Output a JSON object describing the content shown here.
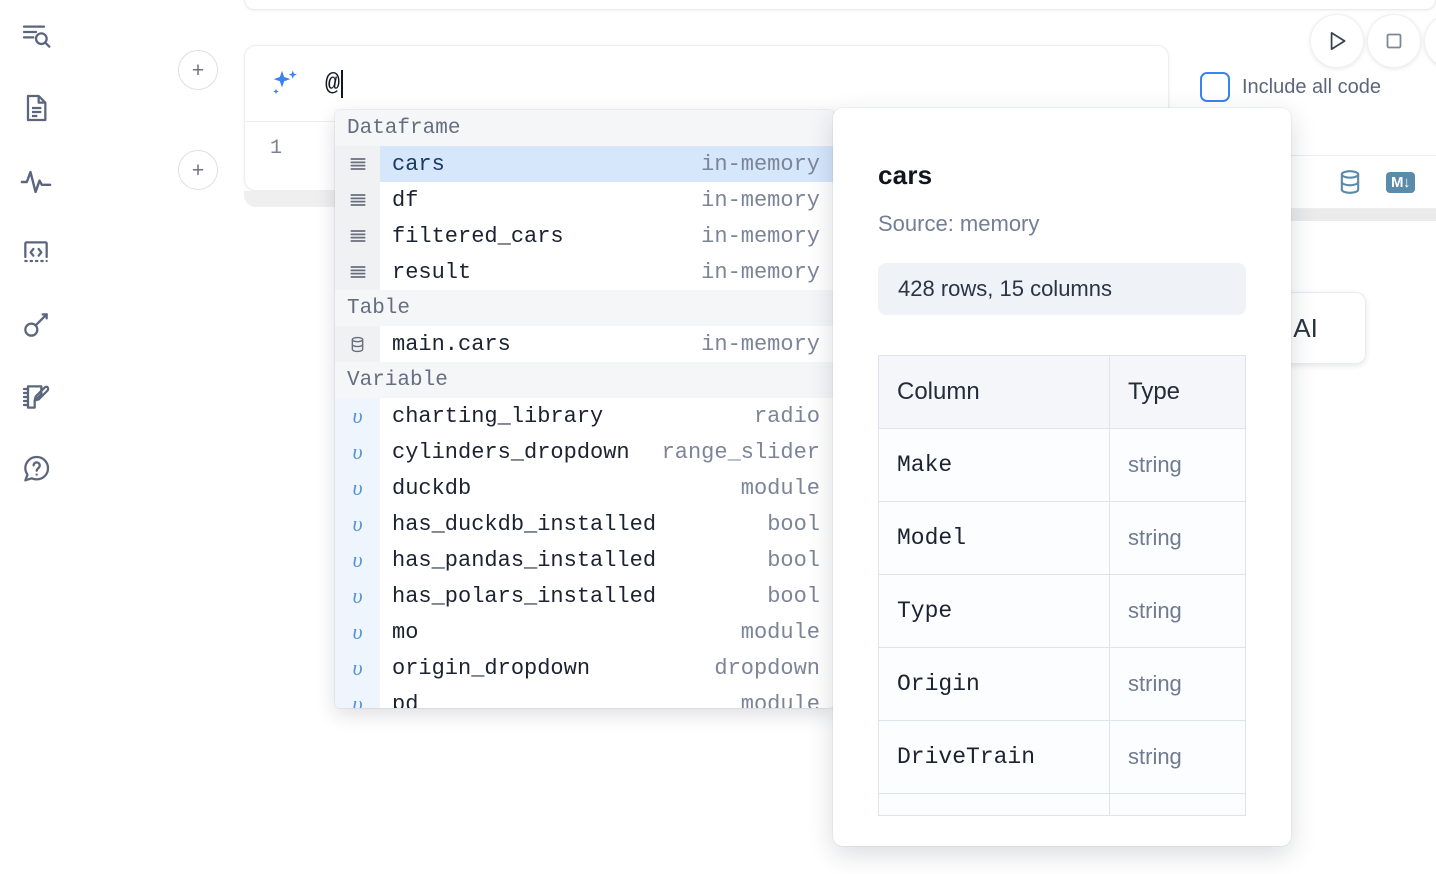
{
  "app": {
    "rail": [
      {
        "name": "explore-icon",
        "label": "Explore"
      },
      {
        "name": "document-icon",
        "label": "Notebook"
      },
      {
        "name": "activity-icon",
        "label": "Activity"
      },
      {
        "name": "code-snippet-icon",
        "label": "Snippets"
      },
      {
        "name": "key-icon",
        "label": "Secrets"
      },
      {
        "name": "scratchpad-icon",
        "label": "Scratchpad"
      },
      {
        "name": "help-icon",
        "label": "Help"
      }
    ]
  },
  "editor": {
    "add_button_label": "+",
    "prompt_value": "@",
    "line_number": "1",
    "ai_icon": "sparkles-icon"
  },
  "toolbar": {
    "run_icon": "play-icon",
    "stop_icon": "stop-icon",
    "include_all_code_label": "Include all code",
    "include_all_code_checked": false,
    "database_icon": "database-icon",
    "markdown_icon": "markdown-download-icon",
    "ai_pill_label": "h AI"
  },
  "autocomplete": {
    "groups": [
      {
        "label": "Dataframe",
        "icon": "dataframe-icon",
        "kind": "df",
        "items": [
          {
            "name": "cars",
            "meta": "in-memory",
            "selected": true
          },
          {
            "name": "df",
            "meta": "in-memory",
            "selected": false
          },
          {
            "name": "filtered_cars",
            "meta": "in-memory",
            "selected": false
          },
          {
            "name": "result",
            "meta": "in-memory",
            "selected": false
          }
        ]
      },
      {
        "label": "Table",
        "icon": "table-icon",
        "kind": "table",
        "items": [
          {
            "name": "main.cars",
            "meta": "in-memory",
            "selected": false
          }
        ]
      },
      {
        "label": "Variable",
        "icon": "variable-icon",
        "kind": "var",
        "items": [
          {
            "name": "charting_library",
            "meta": "radio",
            "selected": false
          },
          {
            "name": "cylinders_dropdown",
            "meta": "range_slider",
            "selected": false
          },
          {
            "name": "duckdb",
            "meta": "module",
            "selected": false
          },
          {
            "name": "has_duckdb_installed",
            "meta": "bool",
            "selected": false
          },
          {
            "name": "has_pandas_installed",
            "meta": "bool",
            "selected": false
          },
          {
            "name": "has_polars_installed",
            "meta": "bool",
            "selected": false
          },
          {
            "name": "mo",
            "meta": "module",
            "selected": false
          },
          {
            "name": "origin_dropdown",
            "meta": "dropdown",
            "selected": false
          },
          {
            "name": "pd",
            "meta": "module",
            "selected": false
          }
        ]
      }
    ]
  },
  "preview": {
    "title": "cars",
    "source": "Source: memory",
    "stats": "428 rows, 15 columns",
    "table": {
      "headers": [
        "Column",
        "Type"
      ],
      "rows": [
        {
          "column": "Make",
          "type": "string"
        },
        {
          "column": "Model",
          "type": "string"
        },
        {
          "column": "Type",
          "type": "string"
        },
        {
          "column": "Origin",
          "type": "string"
        },
        {
          "column": "DriveTrain",
          "type": "string"
        }
      ]
    }
  },
  "colors": {
    "accent": "#3b82f6",
    "selection": "#d6e6fb",
    "tool_icon": "#5b8bab",
    "muted_text": "#7c8598"
  }
}
